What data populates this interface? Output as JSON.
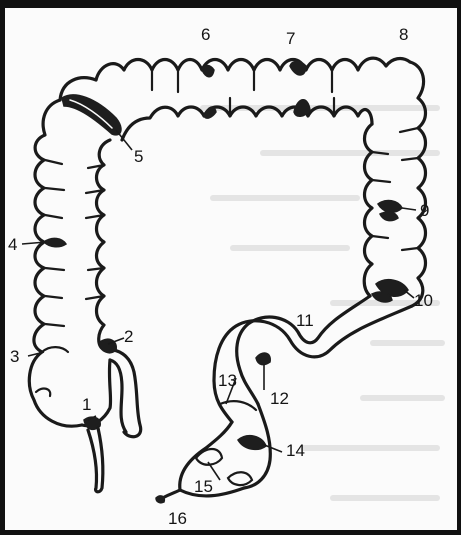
{
  "labels": [
    {
      "id": "1",
      "text": "1"
    },
    {
      "id": "2",
      "text": "2"
    },
    {
      "id": "3",
      "text": "3"
    },
    {
      "id": "4",
      "text": "4"
    },
    {
      "id": "5",
      "text": "5"
    },
    {
      "id": "6",
      "text": "6"
    },
    {
      "id": "7",
      "text": "7"
    },
    {
      "id": "8",
      "text": "8"
    },
    {
      "id": "9",
      "text": "9"
    },
    {
      "id": "10",
      "text": "10"
    },
    {
      "id": "11",
      "text": "11"
    },
    {
      "id": "12",
      "text": "12"
    },
    {
      "id": "13",
      "text": "13"
    },
    {
      "id": "14",
      "text": "14"
    },
    {
      "id": "15",
      "text": "15"
    },
    {
      "id": "16",
      "text": "16"
    }
  ],
  "colors": {
    "ink": "#1a1a1a",
    "paper": "#fbfbfb",
    "bleed": "#e4e4e4"
  }
}
